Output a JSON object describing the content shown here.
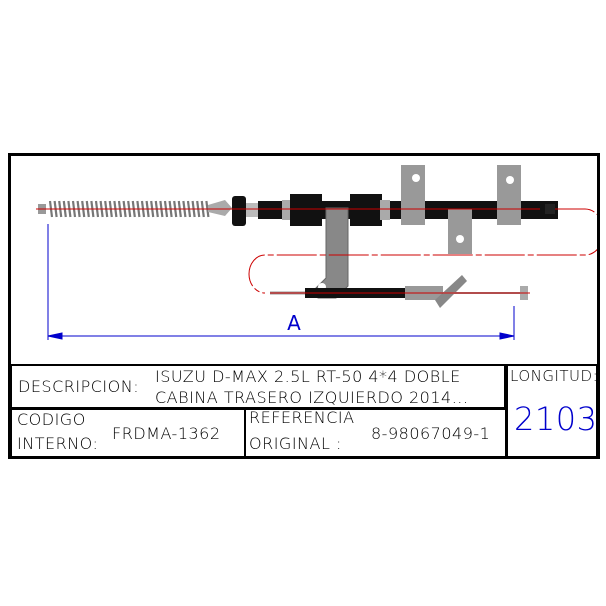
{
  "drawing": {
    "dimension_label": "A"
  },
  "table": {
    "descripcion_label": "DESCRIPCION:",
    "descripcion_line1": "ISUZU D-MAX 2.5L RT-50 4*4 DOBLE",
    "descripcion_line2": "CABINA TRASERO IZQUIERDO 2014...",
    "longitud_label": "LONGITUD:",
    "longitud_value": "2103",
    "codigo_label_1": "CODIGO",
    "codigo_label_2": "INTERNO:",
    "codigo_value": "FRDMA-1362",
    "referencia_label_1": "REFERENCIA",
    "referencia_label_2": "ORIGINAL :",
    "referencia_value": "8-98067049-1"
  },
  "colors": {
    "dimension": "#0000cc",
    "centerline": "#cc0000",
    "value": "#0000cc"
  }
}
